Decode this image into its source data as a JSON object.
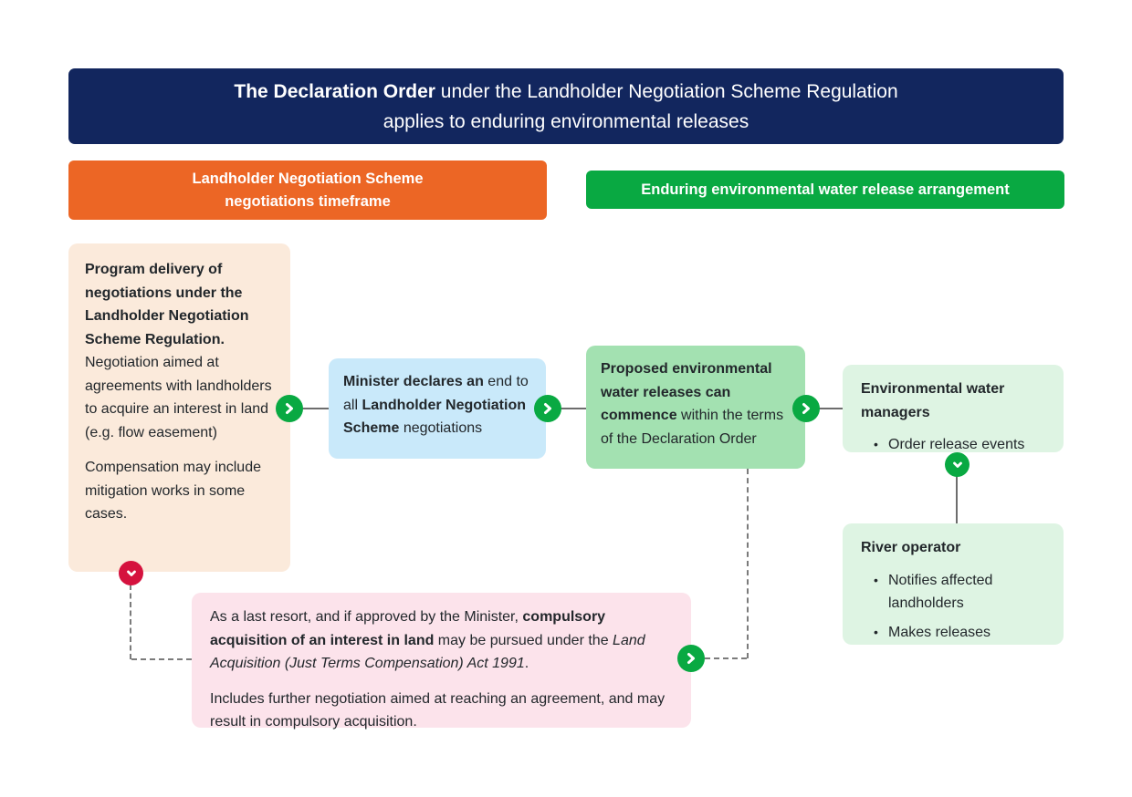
{
  "colors": {
    "header_navy": "#12265e",
    "badge_orange": "#ec6625",
    "badge_green": "#09a942",
    "box_cream": "#fbeadb",
    "box_light_blue": "#c9e9fa",
    "box_mid_green": "#a3e1b1",
    "box_pale_green": "#def4e3",
    "box_pink": "#fce3eb",
    "circle_red": "#d5123e",
    "connector_gray": "#6d6d6d",
    "text_dark": "#22272b"
  },
  "icons": {
    "arrow_right": "chevron-right-in-green-circle",
    "arrow_down_green": "chevron-down-in-green-circle",
    "arrow_down_red": "chevron-down-in-red-circle"
  },
  "bullet_char": "•",
  "header": {
    "line1": [
      {
        "text": "The Declaration Order",
        "bold": true
      },
      {
        "text": " under the Landholder Negotiation Scheme Regulation"
      }
    ],
    "line2": "applies to enduring environmental releases"
  },
  "column_labels": {
    "left": {
      "lines": [
        "Landholder Negotiation Scheme",
        "negotiations timeframe"
      ]
    },
    "right": {
      "label": "Enduring environmental water release arrangement"
    }
  },
  "boxes": {
    "program_delivery": {
      "para1": [
        {
          "text": "Program delivery of negotiations under the Landholder Negotiation Scheme Regulation.",
          "bold": true
        },
        {
          "text": " Negotiation aimed at agreements with landholders to acquire an interest in land (e.g. flow easement)"
        }
      ],
      "para2": "Compensation may include mitigation works in some cases."
    },
    "minister_declares": [
      {
        "text": "Minister declares an ",
        "bold": true
      },
      {
        "text": "end to all "
      },
      {
        "text": "Landholder Negotiation Scheme",
        "bold": true
      },
      {
        "text": " negotiations"
      }
    ],
    "releases_commence": [
      {
        "text": "Proposed environmental water releases can commence",
        "bold": true
      },
      {
        "text": " within the terms of the Declaration Order"
      }
    ],
    "environmental_water_managers": {
      "heading": "Environmental water managers",
      "bullets": [
        "Order release events"
      ]
    },
    "river_operator": {
      "heading": "River operator",
      "bullets": [
        "Notifies affected landholders",
        "Makes releases"
      ]
    },
    "compulsory_acquisition": {
      "para1": [
        {
          "text": "As a last resort, and if approved by the Minister, "
        },
        {
          "text": "compulsory acquisition of an interest in land",
          "bold": true
        },
        {
          "text": " may be pursued under the "
        },
        {
          "text": "Land Acquisition (Just Terms Compensation) Act 1991",
          "italic": true
        },
        {
          "text": "."
        }
      ],
      "para2": "Includes further negotiation aimed at reaching an agreement, and may result in compulsory acquisition."
    }
  }
}
